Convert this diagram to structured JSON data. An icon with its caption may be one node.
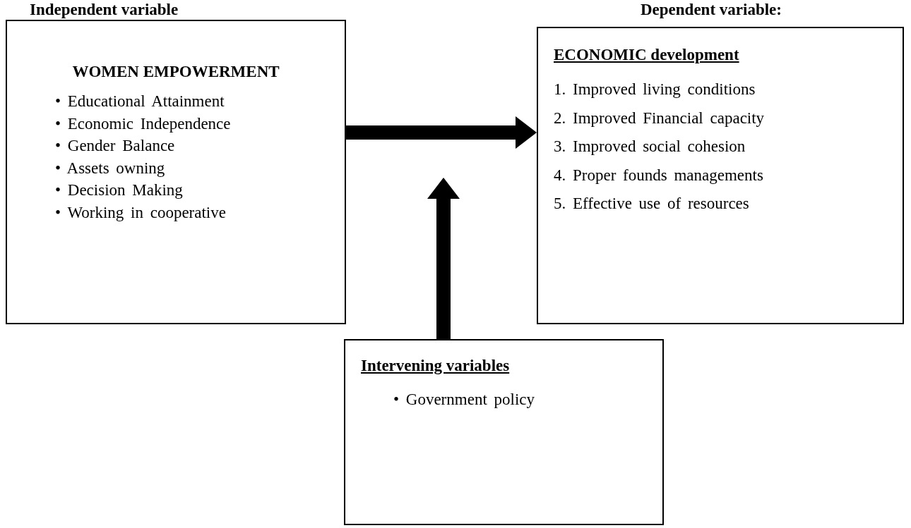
{
  "diagram": {
    "nodes": [
      {
        "text": [
          "Independent variable",
          "WOMEN EMPOWERMENT",
          "• Educational Attainment",
          "• Economic Independence",
          "• Gender Balance",
          "• Assets owning",
          "• Decision Making",
          "• Working in cooperative"
        ]
      },
      {
        "text": [
          "**Dependent variable**:",
          "ECONOMIC development",
          "1. Improved living conditions",
          "2. Improved Financial capacity",
          "3. Improved social cohesion",
          "4. Proper founds managements",
          "5. Effective use of resources"
        ]
      },
      {
        "text": [
          "Intervening variables",
          "• Government policy"
        ]
      }
    ],
    "edges": [
      {
        "from": 0,
        "to": 1,
        "arrow": "to"
      },
      {
        "from": 2,
        "to": null,
        "arrow": "to"
      }
    ]
  }
}
